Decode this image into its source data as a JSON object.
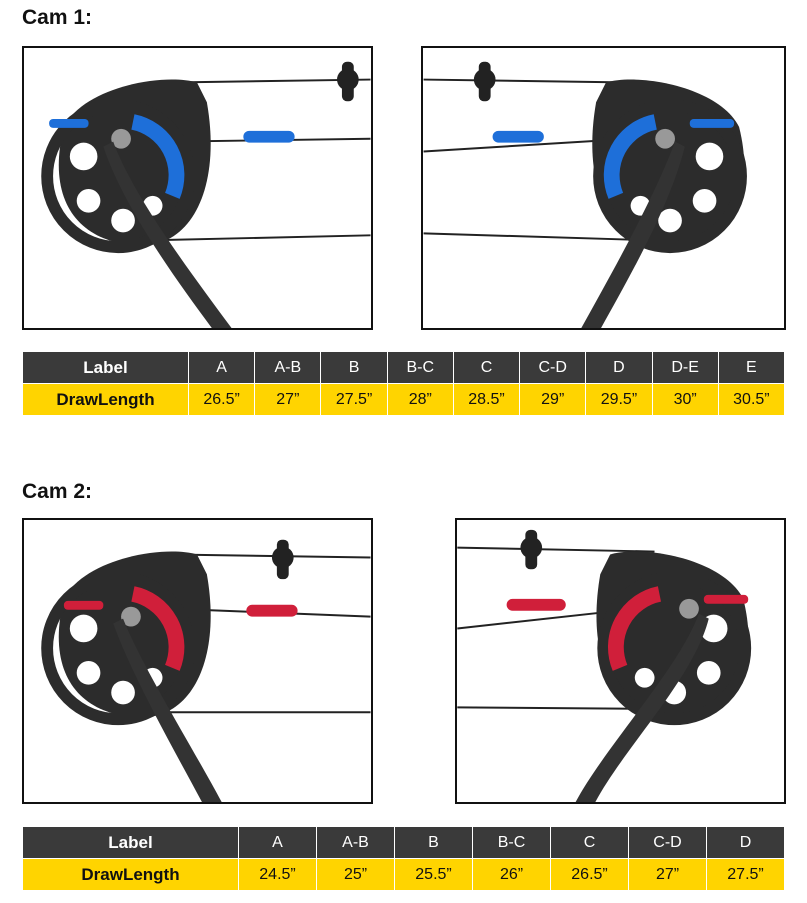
{
  "cam1": {
    "heading": "Cam 1:",
    "accent": "#1e6fd9",
    "table": {
      "header_label": "Label",
      "value_label": "DrawLength",
      "labels": [
        "A",
        "A-B",
        "B",
        "B-C",
        "C",
        "C-D",
        "D",
        "D-E",
        "E"
      ],
      "values": [
        "26.5”",
        "27”",
        "27.5”",
        "28”",
        "28.5”",
        "29”",
        "29.5”",
        "30”",
        "30.5”"
      ]
    }
  },
  "cam2": {
    "heading": "Cam 2:",
    "accent": "#d01f3a",
    "table": {
      "header_label": "Label",
      "value_label": "DrawLength",
      "labels": [
        "A",
        "A-B",
        "B",
        "B-C",
        "C",
        "C-D",
        "D"
      ],
      "values": [
        "24.5”",
        "25”",
        "25.5”",
        "26”",
        "26.5”",
        "27”",
        "27.5”"
      ]
    }
  }
}
